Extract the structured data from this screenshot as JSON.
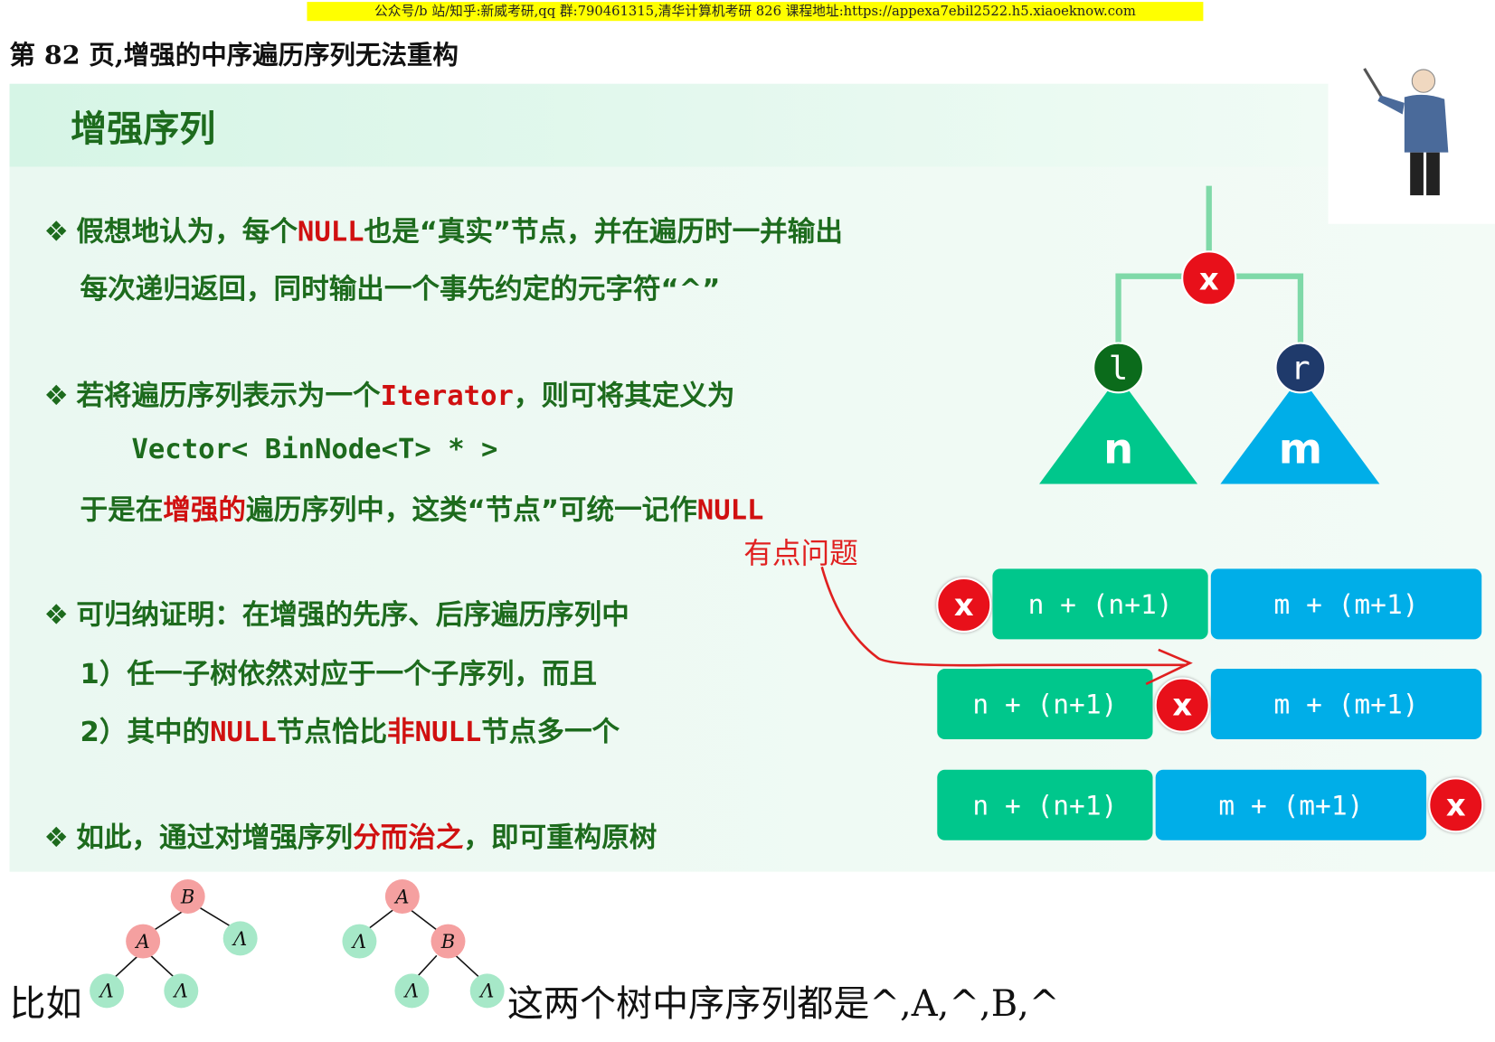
{
  "banner": "公众号/b 站/知乎:新威考研,qq 群:790461315,清华计算机考研 826 课程地址:https://appexa7ebil2522.h5.xiaoeknow.com",
  "page_title": "第 82 页,增强的中序遍历序列无法重构",
  "slide": {
    "title": "增强序列",
    "bullet": "❖",
    "b1": {
      "a": "假想地认为，每个",
      "null": "NULL",
      "b": "也是“真实”节点，并在遍历时一并输出"
    },
    "b1_line2": "每次递归返回，同时输出一个事先约定的元字符“^”",
    "b2": {
      "a": "若将遍历序列表示为一个",
      "iter": "Iterator",
      "b": "，则可将其定义为"
    },
    "code": "Vector< BinNode<T> * >",
    "b2_line3": {
      "a": "于是在",
      "em": "增强的",
      "b": "遍历序列中，这类“节点”可统一记作",
      "null": "NULL"
    },
    "b3": "可归纳证明：在增强的先序、后序遍历序列中",
    "b3_1": "1）任一子树依然对应于一个子序列，而且",
    "b3_2": {
      "a": "2）其中的",
      "null1": "NULL",
      "b": "节点恰比",
      "fei": "非",
      "null2": "NULL",
      "c": "节点多一个"
    },
    "b4": {
      "a": "如此，通过对增强序列",
      "em": "分而治之",
      "b": "，即可重构原树"
    }
  },
  "diagram": {
    "root": "x",
    "left_node": "l",
    "right_node": "r",
    "left_tree": "n",
    "right_tree": "m",
    "rows": [
      {
        "x": "x",
        "left": "n + (n+1)",
        "right": "m + (m+1)"
      },
      {
        "x": "x",
        "left": "n + (n+1)",
        "right": "m + (m+1)"
      },
      {
        "x": "x",
        "left": "n + (n+1)",
        "right": "m + (m+1)"
      }
    ],
    "colors": {
      "green": "#00c78c",
      "blue": "#00aee8",
      "red": "#e8101a",
      "dark_green": "#0b6b1b",
      "navy": "#1f3a6b"
    }
  },
  "annotation": "有点问题",
  "example": {
    "prefix": "比如",
    "tree1": {
      "root": "B",
      "left": "A",
      "right": "Λ",
      "ll": "Λ",
      "lr": "Λ"
    },
    "tree2": {
      "root": "A",
      "left": "Λ",
      "right": "B",
      "rl": "Λ",
      "rr": "Λ"
    },
    "text": "这两个树中序序列都是^,A,^,B,^"
  }
}
